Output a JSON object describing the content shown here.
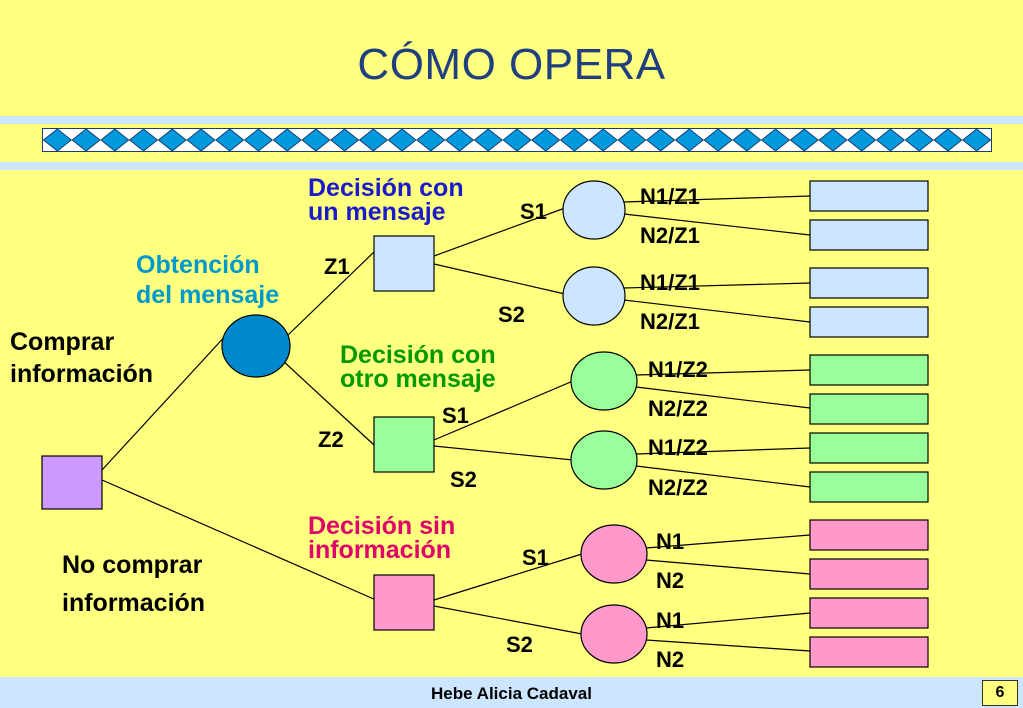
{
  "title": "CÓMO OPERA",
  "headings": {
    "decision_un_mensaje": "Decisión con\nun mensaje",
    "obtencion": "Obtención\ndel mensaje",
    "decision_otro_mensaje": "Decisión con\notro mensaje",
    "decision_sin_info": "Decisión sin\ninformación"
  },
  "labels": {
    "comprar": "Comprar\ninformación",
    "no_comprar": "No comprar\ninformación",
    "z1": "Z1",
    "z2": "Z2",
    "s1_a": "S1",
    "s2_a": "S2",
    "s1_b": "S1",
    "s2_b": "S2",
    "s1_c": "S1",
    "s2_c": "S2",
    "n_a1": "N1/Z1",
    "n_a2": "N2/Z1",
    "n_a3": "N1/Z1",
    "n_a4": "N2/Z1",
    "n_b1": "N1/Z2",
    "n_b2": "N2/Z2",
    "n_b3": "N1/Z2",
    "n_b4": "N2/Z2",
    "n_c1": "N1",
    "n_c2": "N2",
    "n_c3": "N1",
    "n_c4": "N2"
  },
  "colors": {
    "background": "#ffff80",
    "title": "#1f3f7f",
    "heading_blue": "#1a1acc",
    "heading_cyan": "#0099cc",
    "heading_green": "#009900",
    "heading_magenta": "#e0006a",
    "root_square": "#cc99ff",
    "chance_main": "#0088cc",
    "branch_blue": "#cce6ff",
    "branch_green": "#99ff99",
    "branch_pink": "#ff99cc",
    "diamond": "#0099dd"
  },
  "footer": {
    "author": "Hebe Alicia Cadaval",
    "page": "6"
  }
}
